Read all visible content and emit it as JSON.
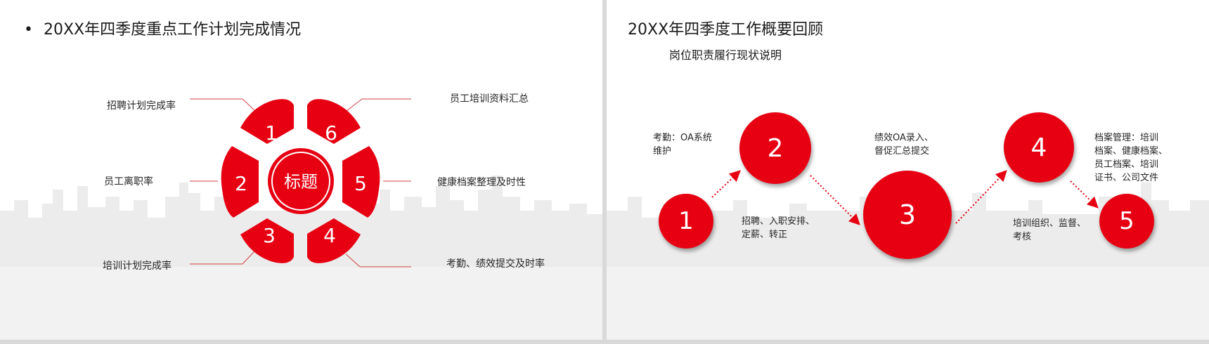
{
  "colors": {
    "accent": "#e60012",
    "city": "#e8e8e8",
    "connector": "#e06060"
  },
  "left_slide": {
    "bullet": "•",
    "title": "20XX年四季度重点工作计划完成情况",
    "center_label": "标题",
    "petals": [
      "1",
      "6",
      "2",
      "5",
      "3",
      "4"
    ],
    "labels": {
      "p1": "招聘计划完成率",
      "p2": "员工离职率",
      "p3": "培训计划完成率",
      "p4": "考勤、绩效提交及时率",
      "p5": "健康档案整理及时性",
      "p6": "员工培训资料汇总"
    }
  },
  "right_slide": {
    "title": "20XX年四季度工作概要回顾",
    "subtitle": "岗位职责履行现状说明",
    "steps": [
      "1",
      "2",
      "3",
      "4",
      "5"
    ],
    "descriptions": {
      "d1": [
        "考勤：OA系统",
        "维护"
      ],
      "d2": [
        "招聘、入职安排、",
        "定薪、转正"
      ],
      "d3": [
        "绩效OA录入、",
        "督促汇总提交"
      ],
      "d4": [
        "培训组织、监督、",
        "考核"
      ],
      "d5": [
        "档案管理：培训",
        "档案、健康档案、",
        "员工档案、培训",
        "证书、公司文件"
      ]
    }
  }
}
